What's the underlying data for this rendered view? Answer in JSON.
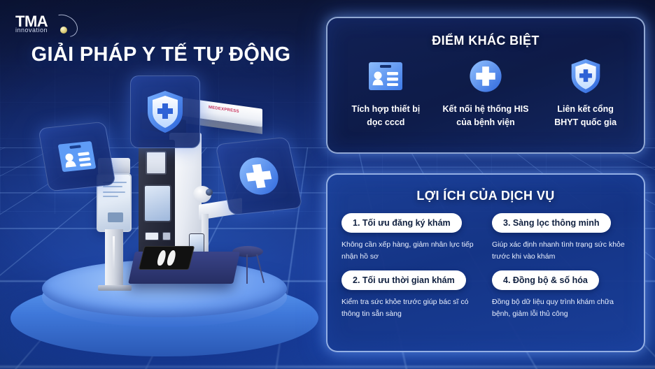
{
  "brand": {
    "logo_main": "TMA",
    "logo_sub": "innovation",
    "logo_icon": "globe-swoosh-icon"
  },
  "hero": {
    "title": "GIẢI PHÁP Y TẾ TỰ ĐỘNG",
    "kiosk_sign": "MEDEXPRESS",
    "floating_cards": [
      {
        "icon": "id-card-icon",
        "name": "card-id-badge"
      },
      {
        "icon": "shield-cross-icon",
        "name": "card-shield"
      },
      {
        "icon": "circle-cross-icon",
        "name": "card-medical-cross"
      }
    ]
  },
  "differences": {
    "title": "ĐIỂM KHÁC BIỆT",
    "items": [
      {
        "icon": "id-card-icon",
        "label": "Tích hợp thiết bị\ndọc cccd",
        "line1": "Tích hợp thiết bị",
        "line2": "dọc cccd"
      },
      {
        "icon": "circle-cross-icon",
        "label": "Kết nối hệ thống HIS\ncủa bệnh viện",
        "line1": "Kết nối hệ thống HIS",
        "line2": "của bệnh viện"
      },
      {
        "icon": "shield-cross-icon",
        "label": "Liên kết cổng\nBHYT quốc gia",
        "line1": "Liên kết cổng",
        "line2": "BHYT quốc gia"
      }
    ]
  },
  "benefits": {
    "title": "LỢI ÍCH CỦA DỊCH VỤ",
    "items": [
      {
        "pill": "1. Tối ưu đăng ký khám",
        "desc": "Không cần xếp hàng, giảm nhân lực tiếp nhận hồ sơ"
      },
      {
        "pill": "3. Sàng lọc thông minh",
        "desc": "Giúp xác định nhanh tình trạng sức khỏe trước khi vào khám"
      },
      {
        "pill": "2. Tối ưu thời gian khám",
        "desc": "Kiểm tra sức khỏe trước giúp bác sĩ có thông tin sẵn sàng"
      },
      {
        "pill": "4. Đồng bộ & số hóa",
        "desc": "Đồng bộ dữ liệu quy trình khám chữa bệnh, giảm lỗi thủ công"
      }
    ]
  },
  "colors": {
    "background_top": "#0c1536",
    "background_bottom": "#1b46a8",
    "panel_dark": "#121f56",
    "panel_blue": "#1c4096",
    "accent_light_blue": "#5a9bf5",
    "pill_white": "#ffffff",
    "text_white": "#ffffff"
  }
}
